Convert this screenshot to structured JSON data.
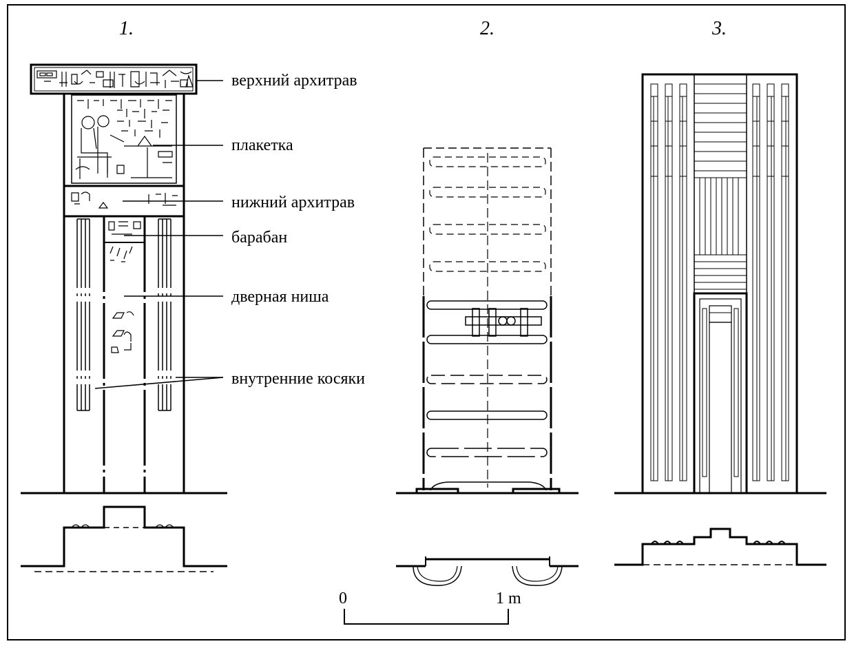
{
  "figures": {
    "fig1_number": "1.",
    "fig2_number": "2.",
    "fig3_number": "3."
  },
  "labels": {
    "upper_architrave": "верхний архитрав",
    "plaque": "плакетка",
    "lower_architrave": "нижний архитрав",
    "drum": "барабан",
    "door_niche": "дверная ниша",
    "inner_jambs": "внутренние косяки"
  },
  "scale_bar": {
    "start_label": "0",
    "end_label": "1 m"
  },
  "colors": {
    "line": "#000000",
    "background": "#ffffff"
  }
}
